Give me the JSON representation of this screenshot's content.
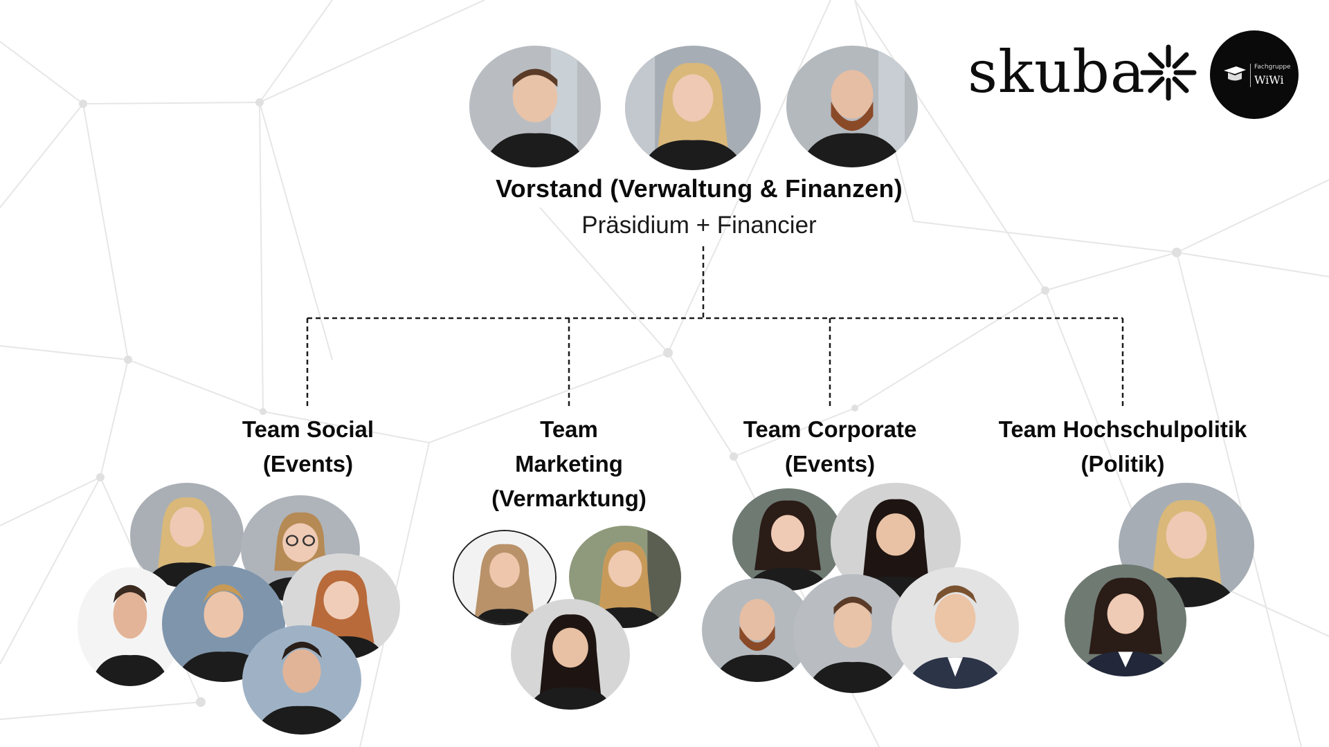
{
  "board": {
    "title": "Vorstand (Verwaltung & Finanzen)",
    "subtitle": "Präsidium + Financier"
  },
  "logos": {
    "brand": "skuba",
    "partner_small": "Fachgruppe",
    "partner_big": "WiWi"
  },
  "teams": [
    {
      "line1": "Team Social",
      "line2": "(Events)",
      "line3": ""
    },
    {
      "line1": "Team",
      "line2": "Marketing",
      "line3": "(Vermarktung)"
    },
    {
      "line1": "Team Corporate",
      "line2": "(Events)",
      "line3": ""
    },
    {
      "line1": "Team Hochschulpolitik",
      "line2": "(Politik)",
      "line3": ""
    }
  ],
  "colors": {
    "background": "#ffffff",
    "text": "#111111",
    "network_lines": "#e6e6e6",
    "connector": "#1a1a1a",
    "shirt": "#1c1c1c"
  }
}
